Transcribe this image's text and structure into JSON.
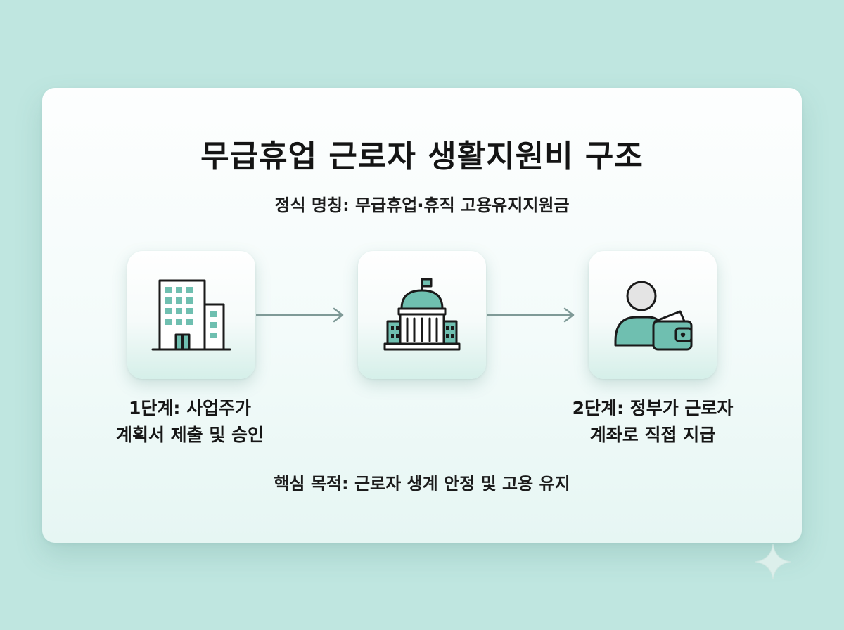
{
  "title": "무급휴업 근로자 생활지원비 구조",
  "subtitle": "정식 명칭: 무급휴업·휴직 고용유지지원금",
  "steps": [
    {
      "line1": "1단계: 사업주가",
      "line2": "계획서 제출 및 승인",
      "icon": "office-building-icon"
    },
    {
      "icon": "government-building-icon"
    },
    {
      "line1": "2단계: 정부가 근로자",
      "line2": "계좌로 직접 지급",
      "icon": "person-wallet-icon"
    }
  ],
  "purpose": "핵심 목적: 근로자 생계 안정 및 고용 유지",
  "colors": {
    "background": "#bfe6e0",
    "accent": "#6fbfb0",
    "arrow": "#7f9a97",
    "text": "#161616"
  }
}
